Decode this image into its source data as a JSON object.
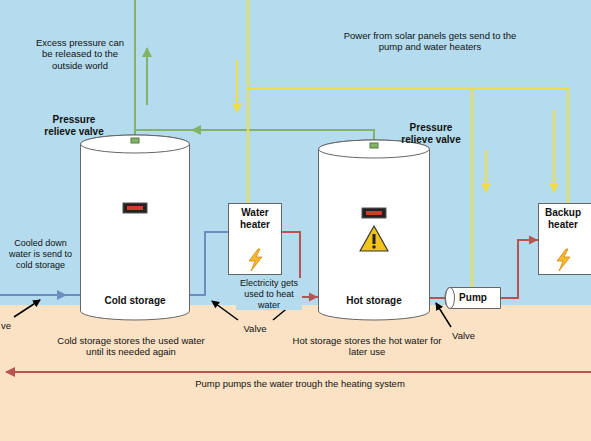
{
  "diagram": {
    "nodes": [
      {
        "text": [
          "Cold storage"
        ]
      },
      {
        "text": [
          "Water heater"
        ]
      },
      {
        "text": [
          "Hot storage"
        ]
      },
      {
        "text": [
          "Pump"
        ]
      },
      {
        "text": [
          "Backup heater"
        ]
      }
    ],
    "edges": [
      {
        "from": 0,
        "to": 1,
        "arrow": "none"
      },
      {
        "from": 1,
        "to": 2,
        "arrow": "to"
      },
      {
        "from": 2,
        "to": 3,
        "arrow": "none"
      },
      {
        "from": 3,
        "to": 4,
        "arrow": "to"
      }
    ],
    "labels": [
      "Excess pressure can be released to the outside world",
      "Power from solar panels gets send to the pump and water heaters",
      "Pressure relieve valve",
      "Pressure relieve valve",
      "Cooled down water is send to cold storage",
      "Electricity gets used to heat water",
      "ve",
      "Valve",
      "Valve",
      "Cold storage stores the used water until its needed again",
      "Hot storage stores the hot water for later use",
      "Pump pumps the water trough the heating system"
    ]
  }
}
